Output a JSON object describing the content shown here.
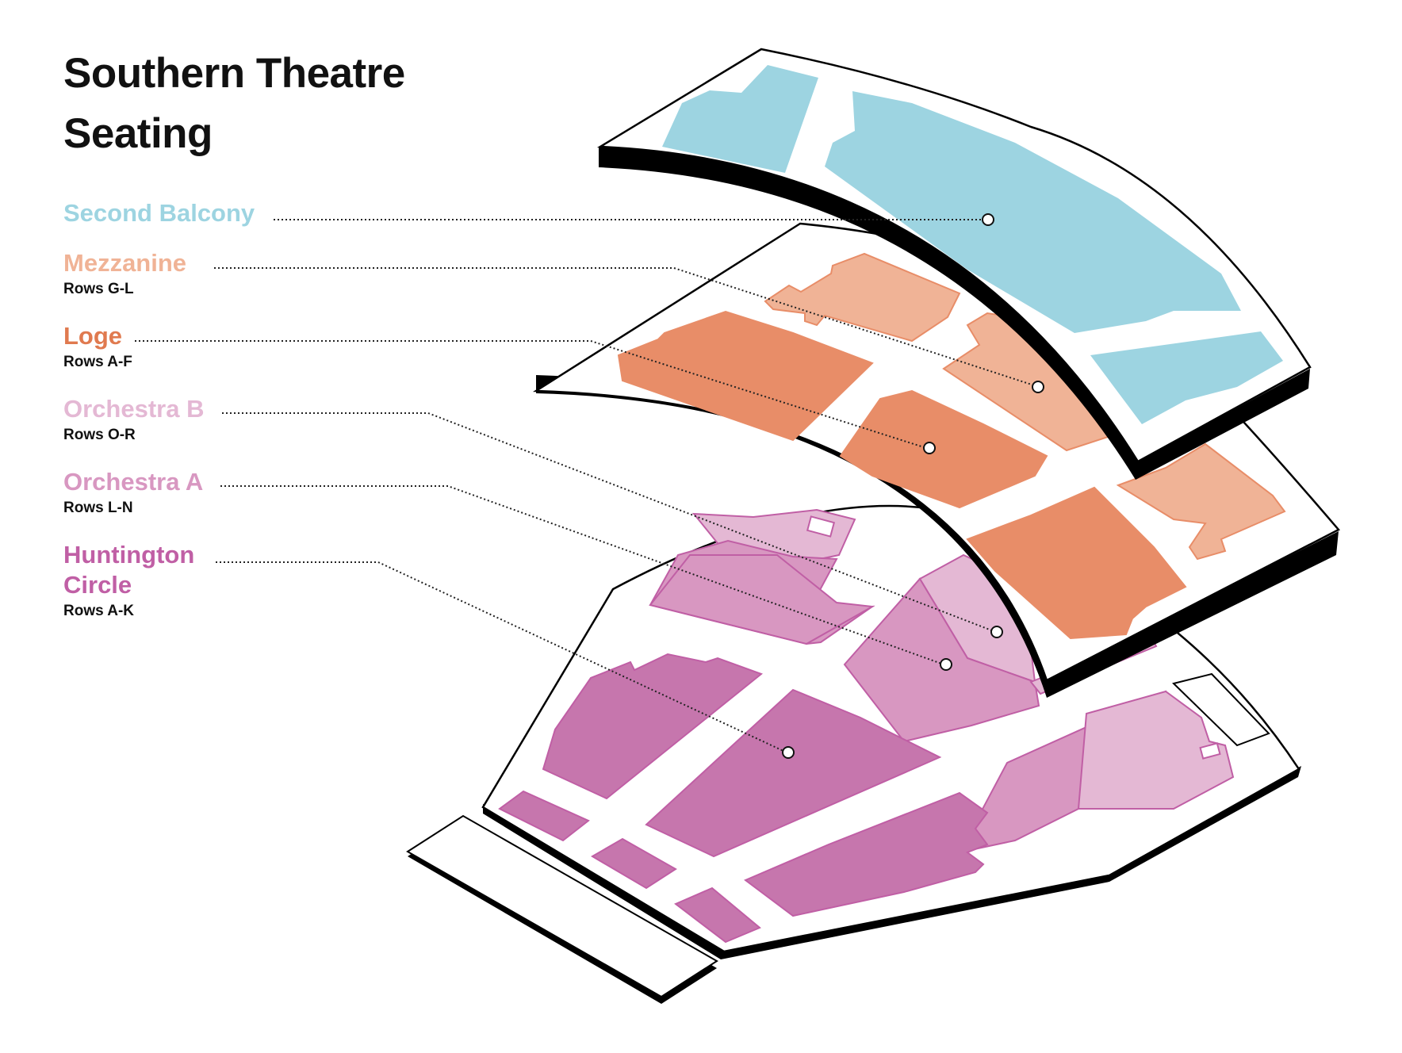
{
  "title": {
    "line1": "Southern Theatre",
    "line2": "Seating"
  },
  "colors": {
    "second_balcony": "#9dd4e1",
    "mezzanine": "#f0b396",
    "loge": "#e88d68",
    "orchestra_b": "#e4b8d4",
    "orchestra_a": "#d897c1",
    "huntington_circle": "#c676ad",
    "outline": "#000000",
    "floor": "#ffffff"
  },
  "sections": [
    {
      "key": "second_balcony",
      "name": "Second Balcony",
      "rows": ""
    },
    {
      "key": "mezzanine",
      "name": "Mezzanine",
      "rows": "Rows G-L"
    },
    {
      "key": "loge",
      "name": "Loge",
      "rows": "Rows A-F"
    },
    {
      "key": "orchestra_b",
      "name": "Orchestra B",
      "rows": "Rows O-R"
    },
    {
      "key": "orchestra_a",
      "name": "Orchestra A",
      "rows": "Rows L-N"
    },
    {
      "key": "huntington_circle",
      "name": "Huntington Circle",
      "rows": "Rows A-K"
    }
  ]
}
